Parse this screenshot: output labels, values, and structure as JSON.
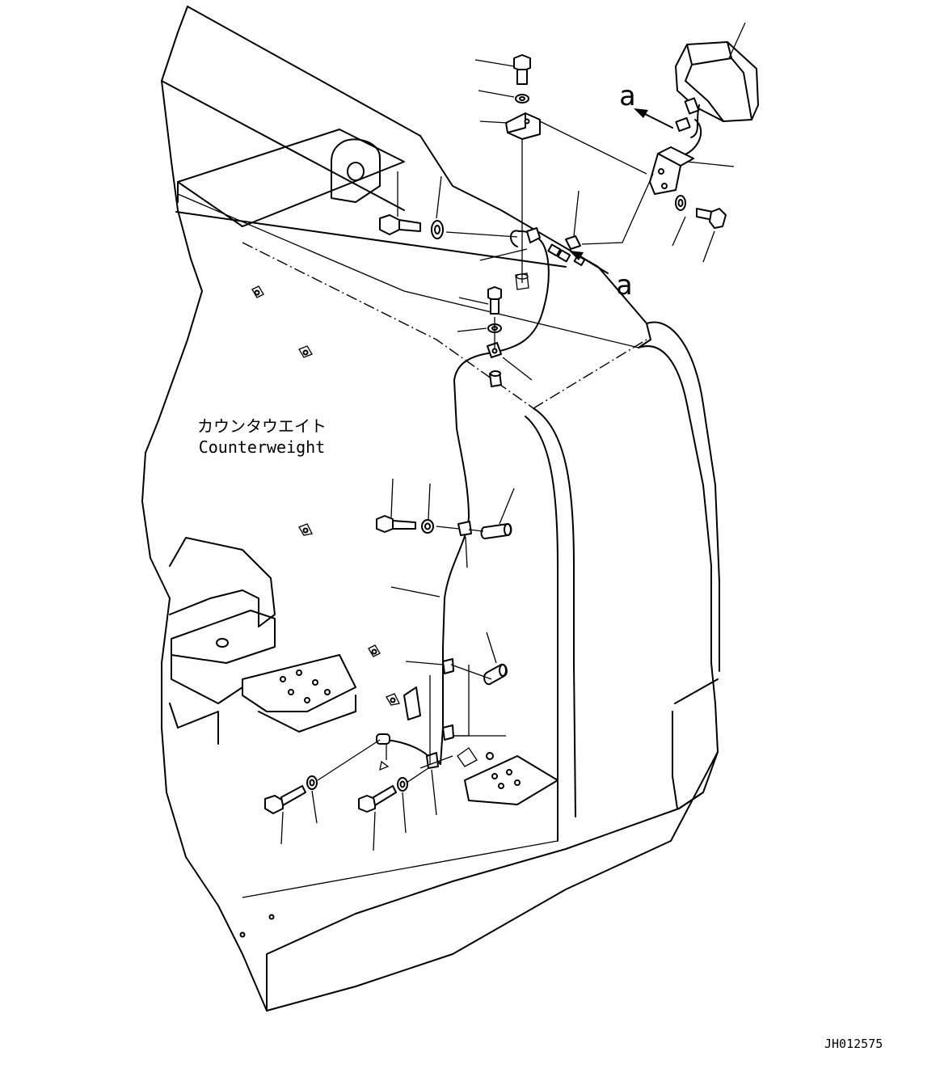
{
  "labels": {
    "counterweight_ja": "カウンタウエイト",
    "counterweight_en": "Counterweight",
    "view_marker_upper": "a",
    "view_marker_lower": "a",
    "drawing_number": "JH012575"
  },
  "icons": {
    "work_lamp": "lamp-icon",
    "bolt": "bolt-icon",
    "washer": "washer-icon",
    "bracket": "bracket-icon",
    "clamp": "clamp-icon",
    "spacer": "spacer-icon",
    "harness": "wire-harness-icon"
  },
  "colors": {
    "line": "#000000",
    "background": "#ffffff"
  }
}
